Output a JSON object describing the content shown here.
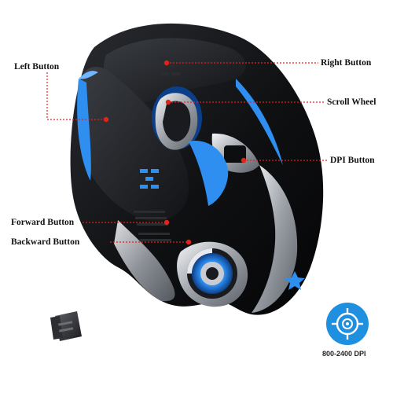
{
  "callouts": {
    "left_button": "Left Button",
    "right_button": "Right Button",
    "scroll_wheel": "Scroll Wheel",
    "dpi_button": "DPI Button",
    "forward_button": "Forward Button",
    "backward_button": "Backward Button"
  },
  "dpi_badge": {
    "text": "800-2400 DPI",
    "icon": "crosshair-target-icon"
  },
  "colors": {
    "callout_red": "#e2231a",
    "mouse_body": "#111214",
    "led_blue": "#2f8ff0",
    "chrome": "#b9bcc2",
    "badge_blue": "#1f8fe0"
  }
}
